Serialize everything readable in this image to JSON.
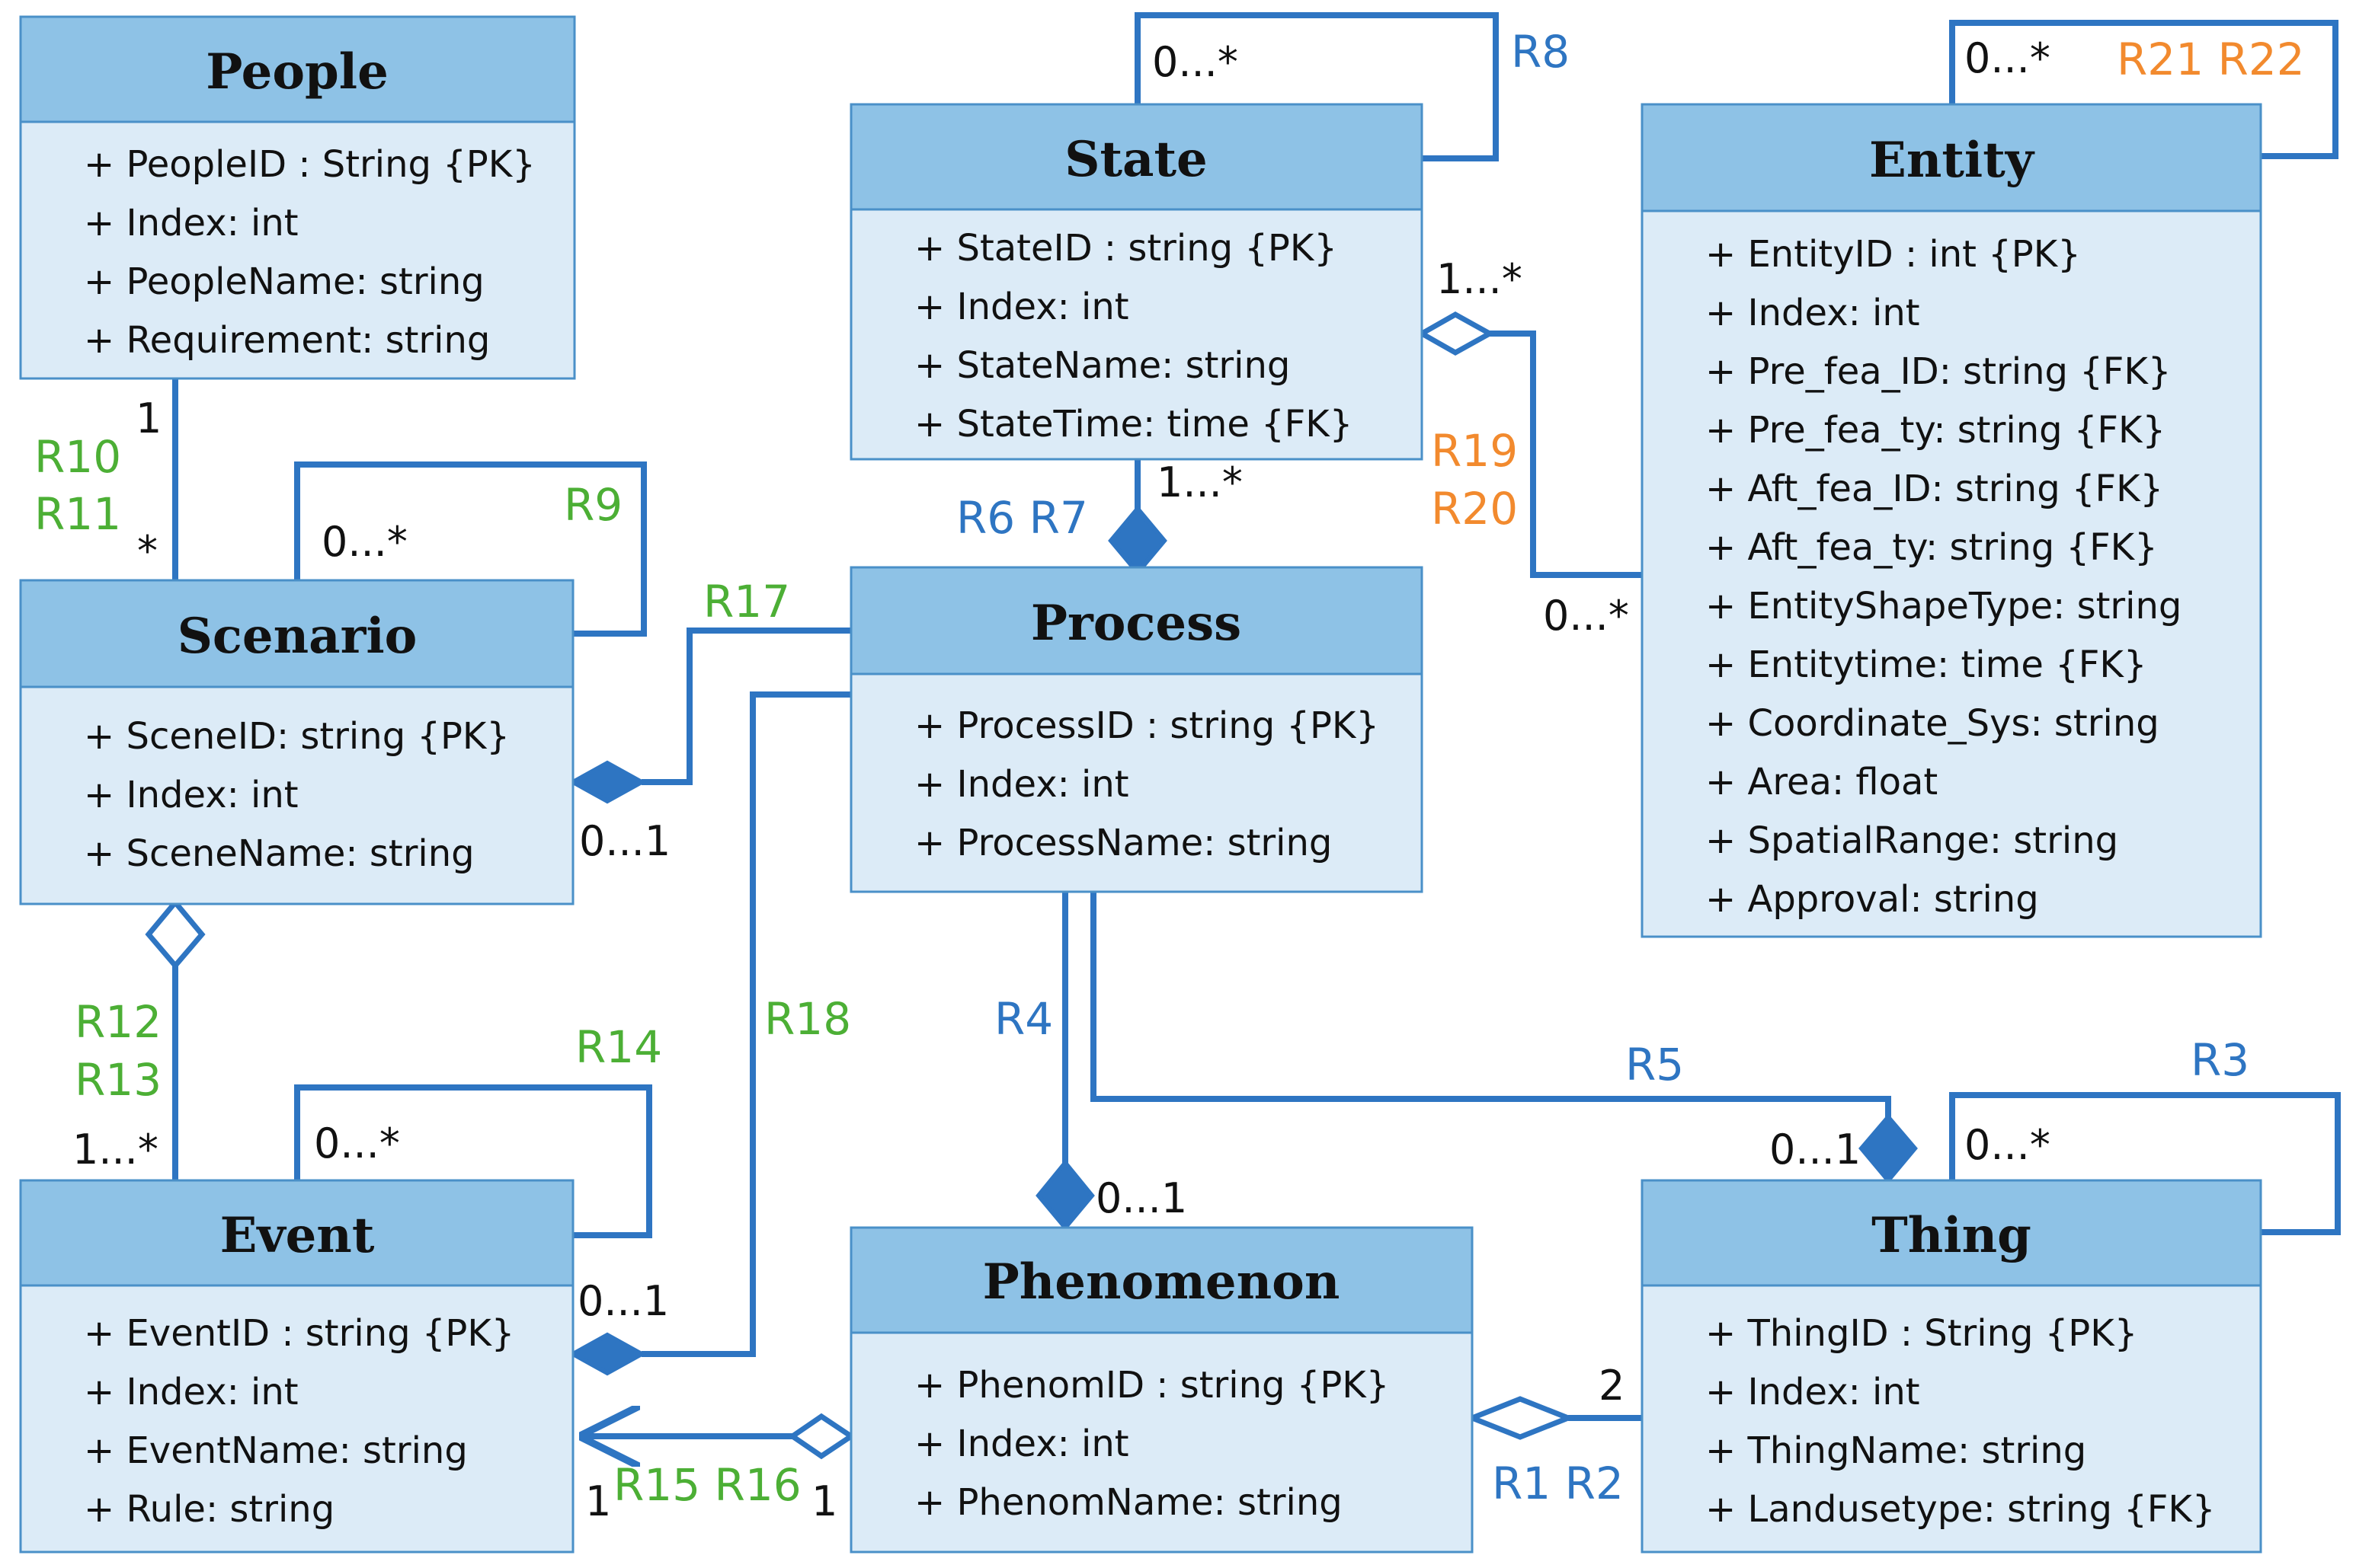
{
  "colors": {
    "line": "#2e75c2",
    "header": "#8ec2e6",
    "body": "#dcebf7",
    "border": "#4a90c8",
    "label_blue": "#2e75c2",
    "label_green": "#4caf35",
    "label_orange": "#f28a2e"
  },
  "classes": {
    "people": {
      "title": "People",
      "attributes": [
        "+ PeopleID : String {PK}",
        "+ Index: int",
        "+ PeopleName: string",
        "+ Requirement: string"
      ]
    },
    "state": {
      "title": "State",
      "attributes": [
        "+ StateID : string {PK}",
        "+ Index: int",
        "+ StateName: string",
        "+ StateTime: time {FK}"
      ]
    },
    "entity": {
      "title": "Entity",
      "attributes": [
        "+ EntityID : int {PK}",
        "+ Index: int",
        "+ Pre_fea_ID: string {FK}",
        "+ Pre_fea_ty: string {FK}",
        "+ Aft_fea_ID: string {FK}",
        "+ Aft_fea_ty: string  {FK}",
        "+ EntityShapeType: string",
        "+ Entitytime: time {FK}",
        "+ Coordinate_Sys: string",
        "+ Area: float",
        "+ SpatialRange: string",
        "+ Approval: string"
      ]
    },
    "scenario": {
      "title": "Scenario",
      "attributes": [
        "+ SceneID: string {PK}",
        "+ Index: int",
        "+ SceneName: string"
      ]
    },
    "process": {
      "title": "Process",
      "attributes": [
        "+ ProcessID : string {PK}",
        "+ Index: int",
        "+ ProcessName: string"
      ]
    },
    "event": {
      "title": "Event",
      "attributes": [
        "+ EventID : string {PK}",
        "+ Index: int",
        "+ EventName: string",
        "+ Rule: string"
      ]
    },
    "phenomenon": {
      "title": "Phenomenon",
      "attributes": [
        "+ PhenomID : string {PK}",
        "+ Index: int",
        "+ PhenomName: string"
      ]
    },
    "thing": {
      "title": "Thing",
      "attributes": [
        "+ ThingID : String {PK}",
        "+ Index: int",
        "+ ThingName: string",
        "+ Landusetype: string {FK}"
      ]
    }
  },
  "relations": {
    "r8": "R8",
    "r21_r22": "R21 R22",
    "r10": "R10",
    "r11": "R11",
    "r9": "R9",
    "r6_r7": "R6 R7",
    "r19": "R19",
    "r20": "R20",
    "r17": "R17",
    "r12": "R12",
    "r13": "R13",
    "r14": "R14",
    "r18": "R18",
    "r4": "R4",
    "r5": "R5",
    "r3": "R3",
    "r15_r16": "R15 R16",
    "r1_r2": "R1 R2"
  },
  "multiplicities": {
    "state_self": "0...*",
    "entity_self": "0...*",
    "state_entity_state": "1...*",
    "state_entity_entity": "0...*",
    "people_scenario_people": "1",
    "people_scenario_scenario": "*",
    "scenario_self": "0...*",
    "state_process": "1...*",
    "process_scenario": "0...1",
    "scenario_event": "1...*",
    "event_self": "0...*",
    "process_event": "0...1",
    "process_phenomenon": "0...1",
    "process_thing": "0...1",
    "thing_self": "0...*",
    "phenomenon_thing_thing": "2",
    "event_phenomenon_event": "1",
    "event_phenomenon_phenomenon": "1"
  }
}
